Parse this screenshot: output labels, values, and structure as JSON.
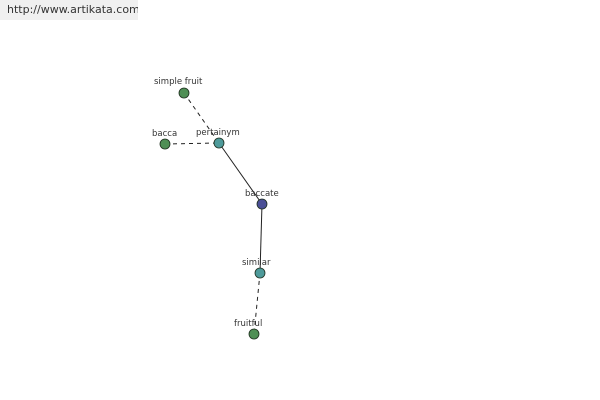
{
  "header": {
    "url_text": "http://www.artikata.com"
  },
  "graph": {
    "colors": {
      "leaf": "#4f8f55",
      "relation": "#4e9a9a",
      "root": "#4a4f96",
      "edge": "#222222"
    },
    "nodes": [
      {
        "id": "simple-fruit",
        "label": "simple fruit",
        "kind": "leaf"
      },
      {
        "id": "bacca",
        "label": "bacca",
        "kind": "leaf"
      },
      {
        "id": "pertainym",
        "label": "pertainym",
        "kind": "relation"
      },
      {
        "id": "baccate",
        "label": "baccate",
        "kind": "root"
      },
      {
        "id": "similar",
        "label": "similar",
        "kind": "relation"
      },
      {
        "id": "fruitful",
        "label": "fruitful",
        "kind": "leaf"
      }
    ],
    "edges": [
      {
        "from": "simple-fruit",
        "to": "pertainym",
        "style": "dashed"
      },
      {
        "from": "bacca",
        "to": "pertainym",
        "style": "dashed"
      },
      {
        "from": "pertainym",
        "to": "baccate",
        "style": "solid"
      },
      {
        "from": "baccate",
        "to": "similar",
        "style": "solid"
      },
      {
        "from": "similar",
        "to": "fruitful",
        "style": "dashed"
      }
    ]
  }
}
